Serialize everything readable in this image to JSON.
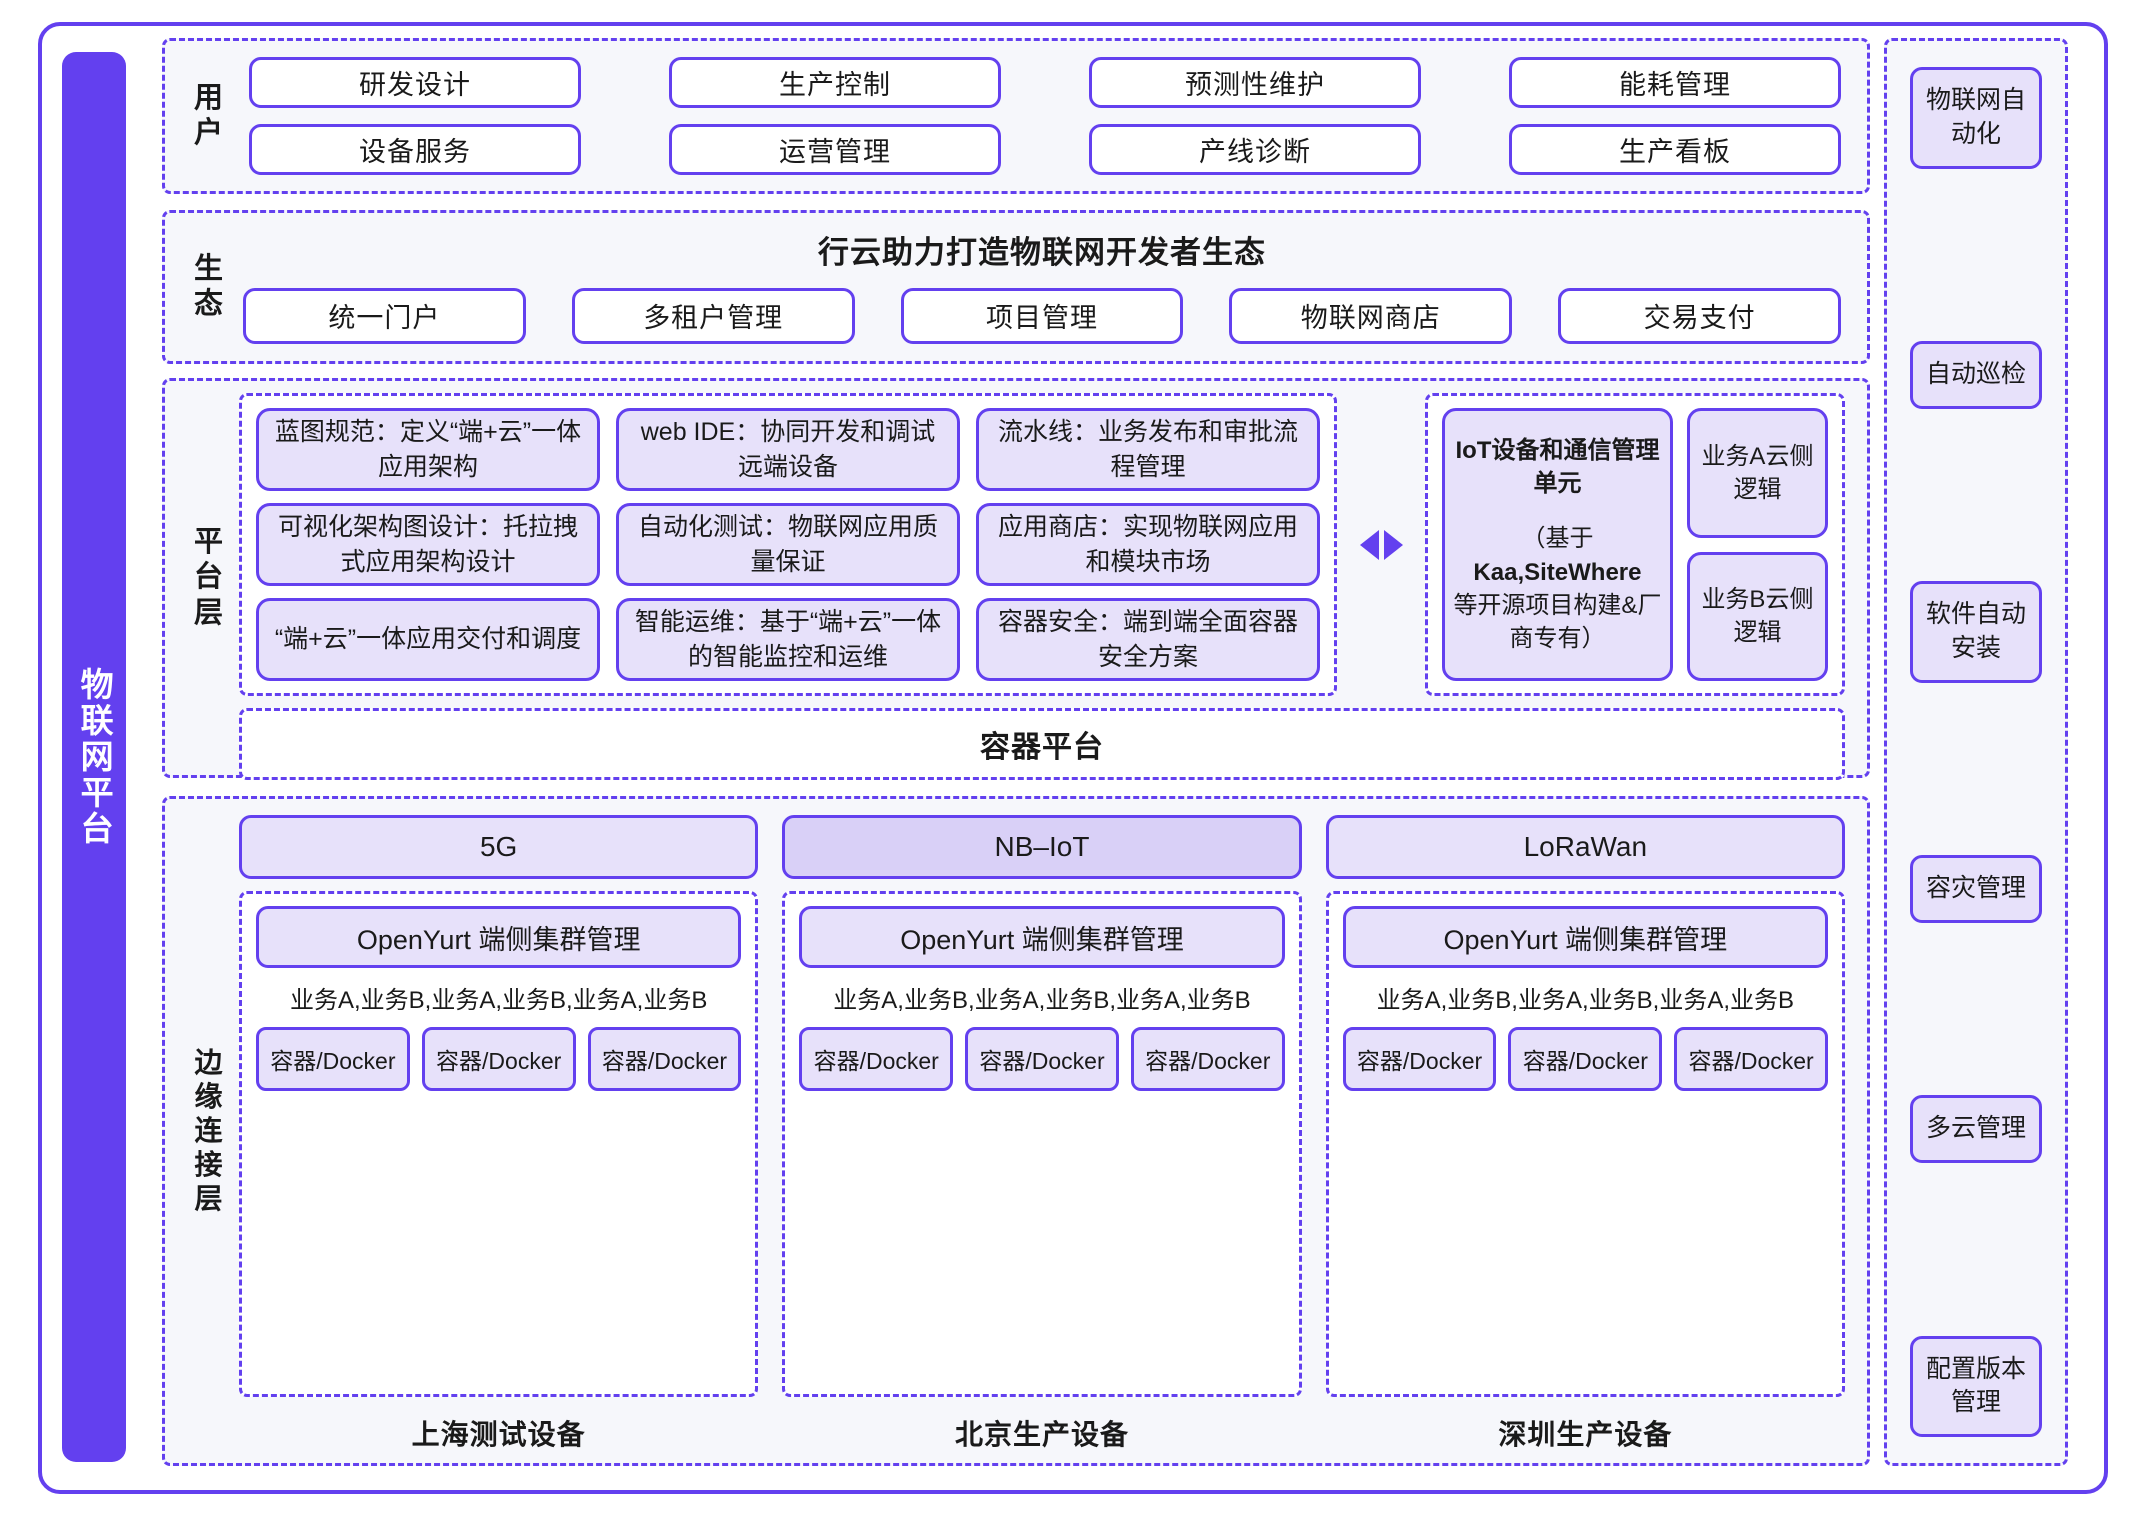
{
  "brand": {
    "accent": "#6340ef",
    "card_fill": "#e7e1fa",
    "card_fill_strong": "#d9d0f7",
    "section_fill": "#f6f7fb"
  },
  "left_bar": {
    "label": "物联网平台"
  },
  "user_layer": {
    "label": "用户",
    "items": [
      "研发设计",
      "生产控制",
      "预测性维护",
      "能耗管理",
      "设备服务",
      "运营管理",
      "产线诊断",
      "生产看板"
    ]
  },
  "eco_layer": {
    "label": "生态",
    "title": "行云助力打造物联网开发者生态",
    "items": [
      "统一门户",
      "多租户管理",
      "项目管理",
      "物联网商店",
      "交易支付"
    ]
  },
  "platform_layer": {
    "label": "平台层",
    "cards": [
      "蓝图规范：定义“端+云”一体应用架构",
      "web IDE：协同开发和调试远端设备",
      "流水线：业务发布和审批流程管理",
      "可视化架构图设计：托拉拽式应用架构设计",
      "自动化测试：物联网应用质量保证",
      "应用商店：实现物联网应用和模块市场",
      "“端+云”一体应用交付和调度",
      "智能运维：基于“端+云”一体的智能监控和运维",
      "容器安全：端到端全面容器安全方案"
    ],
    "arrow_icon": "bidirectional-arrow",
    "iot_unit": {
      "title": "IoT设备和通信管理单元",
      "subtitle_prefix": "（基于",
      "subtitle_bold": "Kaa,SiteWhere",
      "subtitle_suffix": "等开源项目构建&厂商专有）"
    },
    "cloud_logic": [
      "业务A云侧逻辑",
      "业务B云侧逻辑"
    ],
    "container_platform": "容器平台"
  },
  "edge_layer": {
    "label": "边缘连接层",
    "columns": [
      {
        "network": "5G",
        "highlight": false,
        "cluster": "OpenYurt 端侧集群管理",
        "services": "业务A,业务B,业务A,业务B,业务A,业务B",
        "containers": [
          "容器/Docker",
          "容器/Docker",
          "容器/Docker"
        ],
        "site": "上海测试设备"
      },
      {
        "network": "NB–IoT",
        "highlight": true,
        "cluster": "OpenYurt 端侧集群管理",
        "services": "业务A,业务B,业务A,业务B,业务A,业务B",
        "containers": [
          "容器/Docker",
          "容器/Docker",
          "容器/Docker"
        ],
        "site": "北京生产设备"
      },
      {
        "network": "LoRaWan",
        "highlight": false,
        "cluster": "OpenYurt 端侧集群管理",
        "services": "业务A,业务B,业务A,业务B,业务A,业务B",
        "containers": [
          "容器/Docker",
          "容器/Docker",
          "容器/Docker"
        ],
        "site": "深圳生产设备"
      }
    ]
  },
  "right_sidebar": {
    "items": [
      "物联网自动化",
      "自动巡检",
      "软件自动安装",
      "容灾管理",
      "多云管理",
      "配置版本管理"
    ]
  }
}
